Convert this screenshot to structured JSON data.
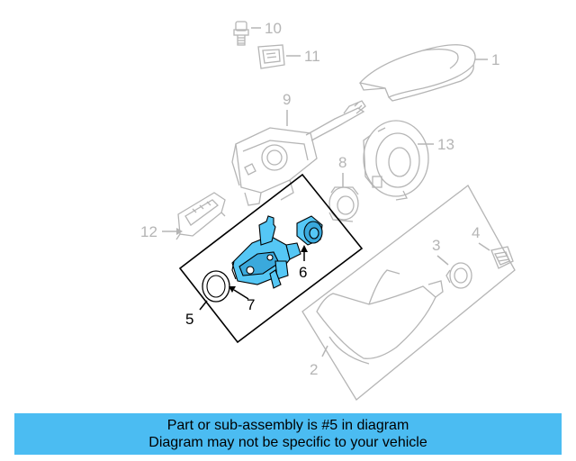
{
  "diagram": {
    "callouts": {
      "c1": "1",
      "c2": "2",
      "c3": "3",
      "c4": "4",
      "c5": "5",
      "c6": "6",
      "c7": "7",
      "c8": "8",
      "c9": "9",
      "c10": "10",
      "c11": "11",
      "c12": "12",
      "c13": "13"
    },
    "highlight_color": "#55c7f5",
    "outline_color": "#b5b5b5"
  },
  "banner": {
    "line1": "Part or sub-assembly is #5 in diagram",
    "line2": "Diagram may not be specific to your vehicle",
    "background": "#4bbcf2"
  }
}
